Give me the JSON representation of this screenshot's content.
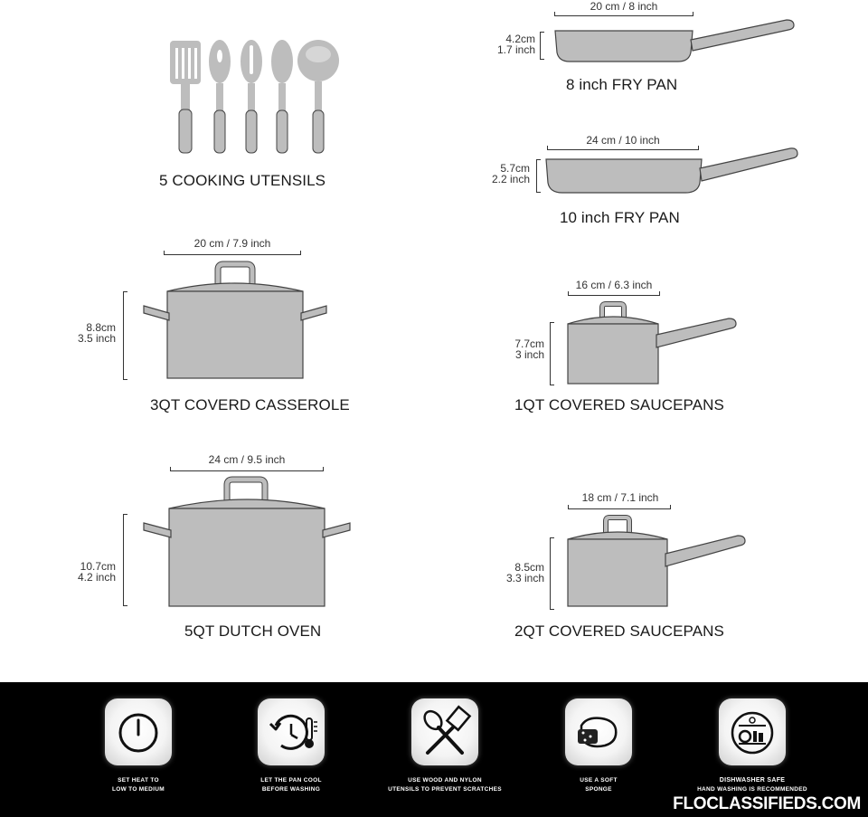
{
  "colors": {
    "illustration_gray": "#bdbdbd",
    "dark": "#333333",
    "band": "#000000"
  },
  "items": {
    "utensils": {
      "title": "5 COOKING UTENSILS"
    },
    "fry8": {
      "title": "8 inch FRY PAN",
      "width": "20 cm / 8 inch",
      "height_cm": "4.2cm",
      "height_in": "1.7 inch"
    },
    "fry10": {
      "title": "10 inch FRY PAN",
      "width": "24 cm / 10 inch",
      "height_cm": "5.7cm",
      "height_in": "2.2 inch"
    },
    "casserole": {
      "title": "3QT COVERD CASSEROLE",
      "width": "20 cm / 7.9 inch",
      "height_cm": "8.8cm",
      "height_in": "3.5 inch"
    },
    "saucepan1": {
      "title": "1QT COVERED SAUCEPANS",
      "width": "16 cm / 6.3 inch",
      "height_cm": "7.7cm",
      "height_in": "3 inch"
    },
    "dutch": {
      "title": "5QT DUTCH OVEN",
      "width": "24 cm / 9.5 inch",
      "height_cm": "10.7cm",
      "height_in": "4.2 inch"
    },
    "saucepan2": {
      "title": "2QT COVERED SAUCEPANS",
      "width": "18 cm / 7.1 inch",
      "height_cm": "8.5cm",
      "height_in": "3.3 inch"
    }
  },
  "care": [
    {
      "icon": "heat-dial-icon",
      "line1": "SET HEAT TO",
      "line2": "LOW TO MEDIUM"
    },
    {
      "icon": "cool-timer-icon",
      "line1": "LET THE PAN COOL",
      "line2": "BEFORE WASHING"
    },
    {
      "icon": "utensils-icon",
      "line1": "USE WOOD AND NYLON",
      "line2": "UTENSILS TO PREVENT SCRATCHES"
    },
    {
      "icon": "sponge-icon",
      "line1": "USE A SOFT",
      "line2": "SPONGE"
    },
    {
      "icon": "dishwasher-icon",
      "line1": "DISHWASHER SAFE",
      "line2": "HAND WASHING IS RECOMMENDED"
    }
  ],
  "watermark": "FLOCLASSIFIEDS.COM"
}
